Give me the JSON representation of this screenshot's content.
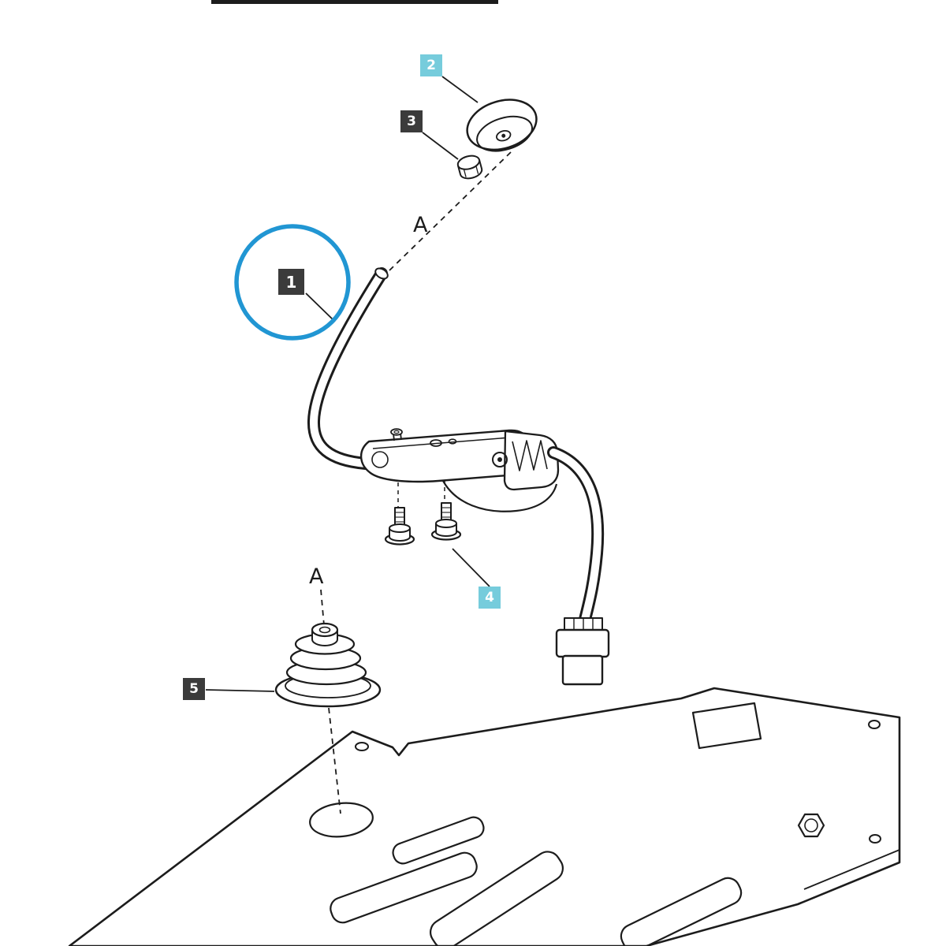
{
  "figure": {
    "type": "exploded-parts-diagram",
    "callouts": [
      {
        "label": "1",
        "style": "dark",
        "highlighted": true
      },
      {
        "label": "2",
        "style": "cyan",
        "highlighted": false
      },
      {
        "label": "3",
        "style": "dark",
        "highlighted": false
      },
      {
        "label": "4",
        "style": "cyan",
        "highlighted": false
      },
      {
        "label": "5",
        "style": "dark",
        "highlighted": false
      }
    ],
    "reference_letters": {
      "upper": "A",
      "lower": "A"
    },
    "colors": {
      "callout_cyan": "#76ccdc",
      "callout_dark": "#3b3b3b",
      "callout_text": "#ffffff",
      "highlight_circle": "#2196d3",
      "line_art": "#1c1c1c",
      "background": "#ffffff"
    }
  }
}
